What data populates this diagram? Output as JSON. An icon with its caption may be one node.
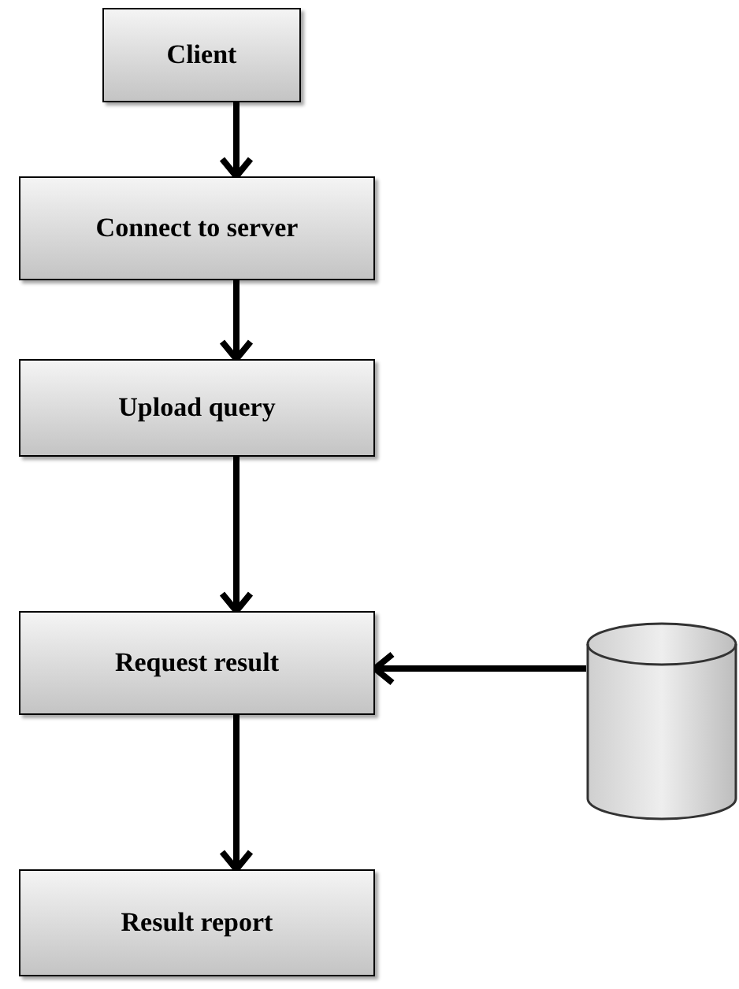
{
  "diagram": {
    "nodes": [
      {
        "text": [
          "Client"
        ]
      },
      {
        "text": [
          "Connect to server"
        ]
      },
      {
        "text": [
          "Upload query"
        ]
      },
      {
        "text": [
          "Request result"
        ]
      },
      {
        "text": [
          "Result report"
        ]
      },
      {
        "text": [],
        "shape": "cylinder"
      }
    ],
    "edges": [
      {
        "from": 0,
        "to": 1,
        "arrow": "to"
      },
      {
        "from": 1,
        "to": 2,
        "arrow": "to"
      },
      {
        "from": 2,
        "to": 3,
        "arrow": "to"
      },
      {
        "from": 5,
        "to": 3,
        "arrow": "to"
      },
      {
        "from": 3,
        "to": 4,
        "arrow": "to"
      }
    ]
  }
}
